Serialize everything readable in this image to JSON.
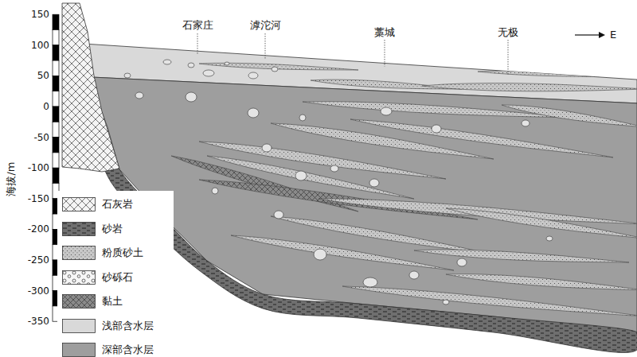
{
  "diagram": {
    "labels": [
      "海拔/m",
      "150",
      "100",
      "50",
      "0",
      "-50",
      "-100",
      "-150",
      "-200",
      "-250",
      "-300",
      "-350",
      "石家庄",
      "滹沱河",
      "藁城",
      "无极",
      "E"
    ],
    "legend": [
      {
        "text": "石灰岩"
      },
      {
        "text": "砂岩"
      },
      {
        "text": "粉质砂土"
      },
      {
        "text": "砂砾石"
      },
      {
        "text": "黏土"
      },
      {
        "text": "浅部含水层",
        "color": "#d9d9d9"
      },
      {
        "text": "深部含水层",
        "color": "#9e9e9e"
      }
    ]
  }
}
